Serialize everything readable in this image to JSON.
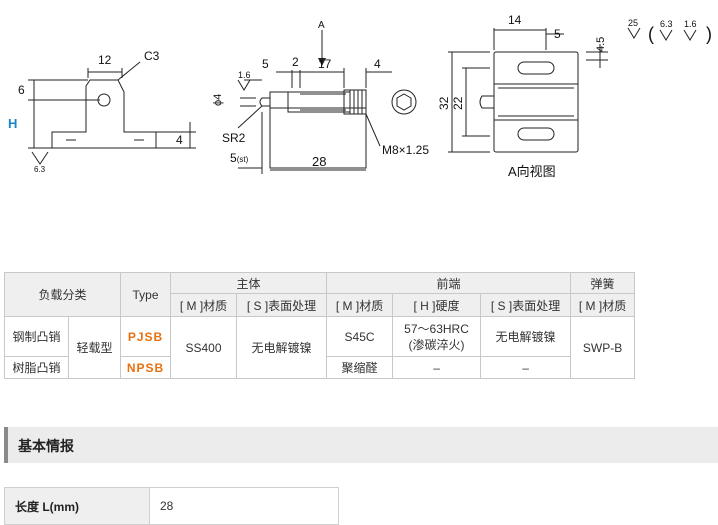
{
  "drawing": {
    "left_view": {
      "dim_width": "12",
      "chamfer": "C3",
      "dim_6": "6",
      "dim_H": "H",
      "dim_4": "4",
      "roughness": "6.3"
    },
    "middle_view": {
      "arrow_label": "A",
      "dim_5": "5",
      "dim_2": "2",
      "dim_17": "17",
      "dim_4": "4",
      "diameter": "ϕ4",
      "roughness": "1.6",
      "sr": "SR2",
      "dim_5st": "5",
      "dim_5st_sub": "(st)",
      "dim_28": "28",
      "thread": "M8×1.25"
    },
    "right_view": {
      "dim_14": "14",
      "dim_5": "5",
      "dim_4_5": "4.5",
      "dim_32": "32",
      "dim_22": "22",
      "caption": "A向视图"
    },
    "roughness_legend": {
      "base": "25",
      "open_paren": "(",
      "r1": "6.3",
      "r2": "1.6",
      "close_paren": ")"
    }
  },
  "spec_table": {
    "load_category": "负载分类",
    "type": "Type",
    "main_body": "主体",
    "front_end": "前端",
    "spring": "弹簧",
    "sub_headers": [
      "[ M ]材质",
      "[ S ]表面处理",
      "[ M ]材质",
      "[ H ]硬度",
      "[ S ]表面处理",
      "[ M ]材质"
    ],
    "row1": {
      "name": "钢制凸销",
      "load": "轻载型",
      "type": "PJSB",
      "body_material": "SS400",
      "body_surface": "无电解镀镍",
      "front_material": "S45C",
      "front_hardness": "57～63HRC",
      "front_hardness_note": "(渗碳淬火)",
      "front_surface": "无电解镀镍",
      "spring_material": "SWP-B"
    },
    "row2": {
      "name": "树脂凸销",
      "type": "NPSB",
      "front_material": "聚缩醛",
      "front_hardness": "–",
      "front_surface": "–"
    }
  },
  "section": {
    "title": "基本情报"
  },
  "info_table": {
    "label": "长度 L(mm)",
    "value": "28"
  }
}
